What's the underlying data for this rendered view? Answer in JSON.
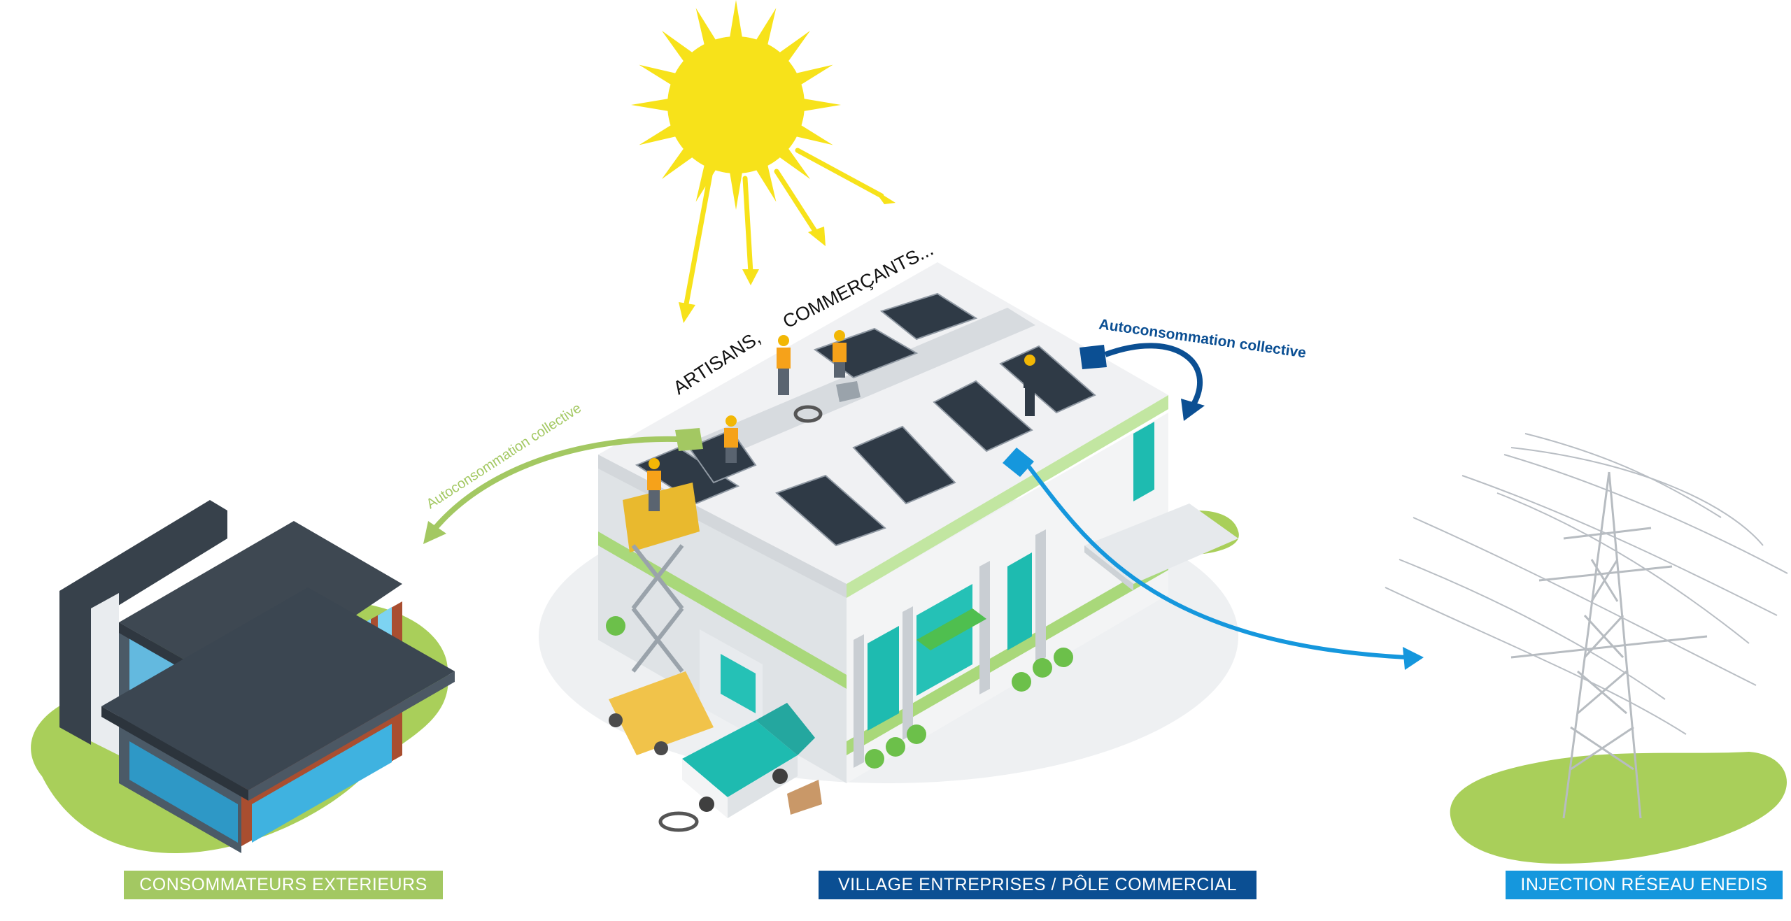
{
  "labels": {
    "consumers": "CONSOMMATEURS EXTERIEURS",
    "village": "VILLAGE ENTREPRISES / PÔLE COMMERCIAL",
    "grid": "INJECTION RÉSEAU ENEDIS"
  },
  "roof_text": {
    "artisans": "ARTISANS,",
    "commercants": "COMMERÇANTS..."
  },
  "flows": {
    "to_consumers": "Autoconsommation collective",
    "on_site": "Autoconsommation collective"
  },
  "colors": {
    "consumers": "#a3c862",
    "village": "#0b4f93",
    "grid": "#1597dd",
    "sun": "#f7e21a",
    "grass": "#a9cf5a"
  },
  "icons": [
    "sun-icon",
    "solar-panel-icon",
    "worker-icon",
    "scissor-lift-icon",
    "service-truck-icon",
    "house-icon",
    "power-pylon-icon"
  ]
}
